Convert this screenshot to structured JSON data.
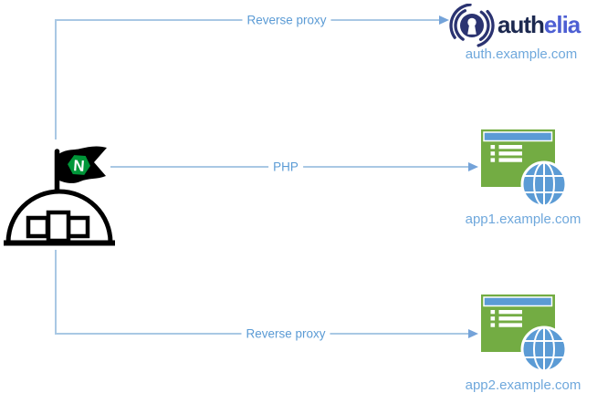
{
  "nginx_node": {
    "flag_letter": "N"
  },
  "authelia_node": {
    "brand_primary": "auth",
    "brand_accent": "elia",
    "domain": "auth.example.com"
  },
  "app1_node": {
    "domain": "app1.example.com"
  },
  "app2_node": {
    "domain": "app2.example.com"
  },
  "connectors": {
    "to_authelia": {
      "label": "Reverse proxy"
    },
    "to_app1": {
      "label": "PHP"
    },
    "to_app2": {
      "label": "Reverse proxy"
    }
  },
  "icons": {
    "source": "nginx-flag-building-icon",
    "auth": "authelia-lock-icon",
    "apps": "web-app-window-with-globe-icon"
  },
  "colors": {
    "connector_line": "#A9C8E4",
    "connector_arrow": "#74A3D9",
    "connector_label_text": "#5B9BD5",
    "domain_label_text": "#6FA8DC",
    "app_green": "#73AC43",
    "app_blue": "#5B9BD5",
    "nginx_green": "#009639",
    "authelia_navy": "#2B3371",
    "authelia_text_dark": "#1C2950",
    "authelia_text_accent": "#4D5FD3",
    "icon_black": "#000000"
  }
}
